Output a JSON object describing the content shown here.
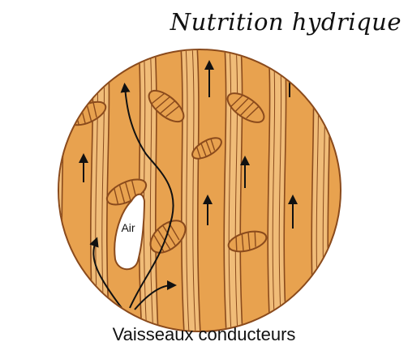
{
  "title": "Nutrition hydrique",
  "air_label": "Air",
  "caption": "Vaisseaux conducteurs",
  "colors": {
    "disc_fill": "#e8a24f",
    "vessel_fill": "#f0bc78",
    "wall_dark": "#8a4a1c",
    "ink": "#111111"
  },
  "icons": [
    "up-arrow-icon",
    "curved-flow-arrow-icon",
    "air-bubble"
  ]
}
